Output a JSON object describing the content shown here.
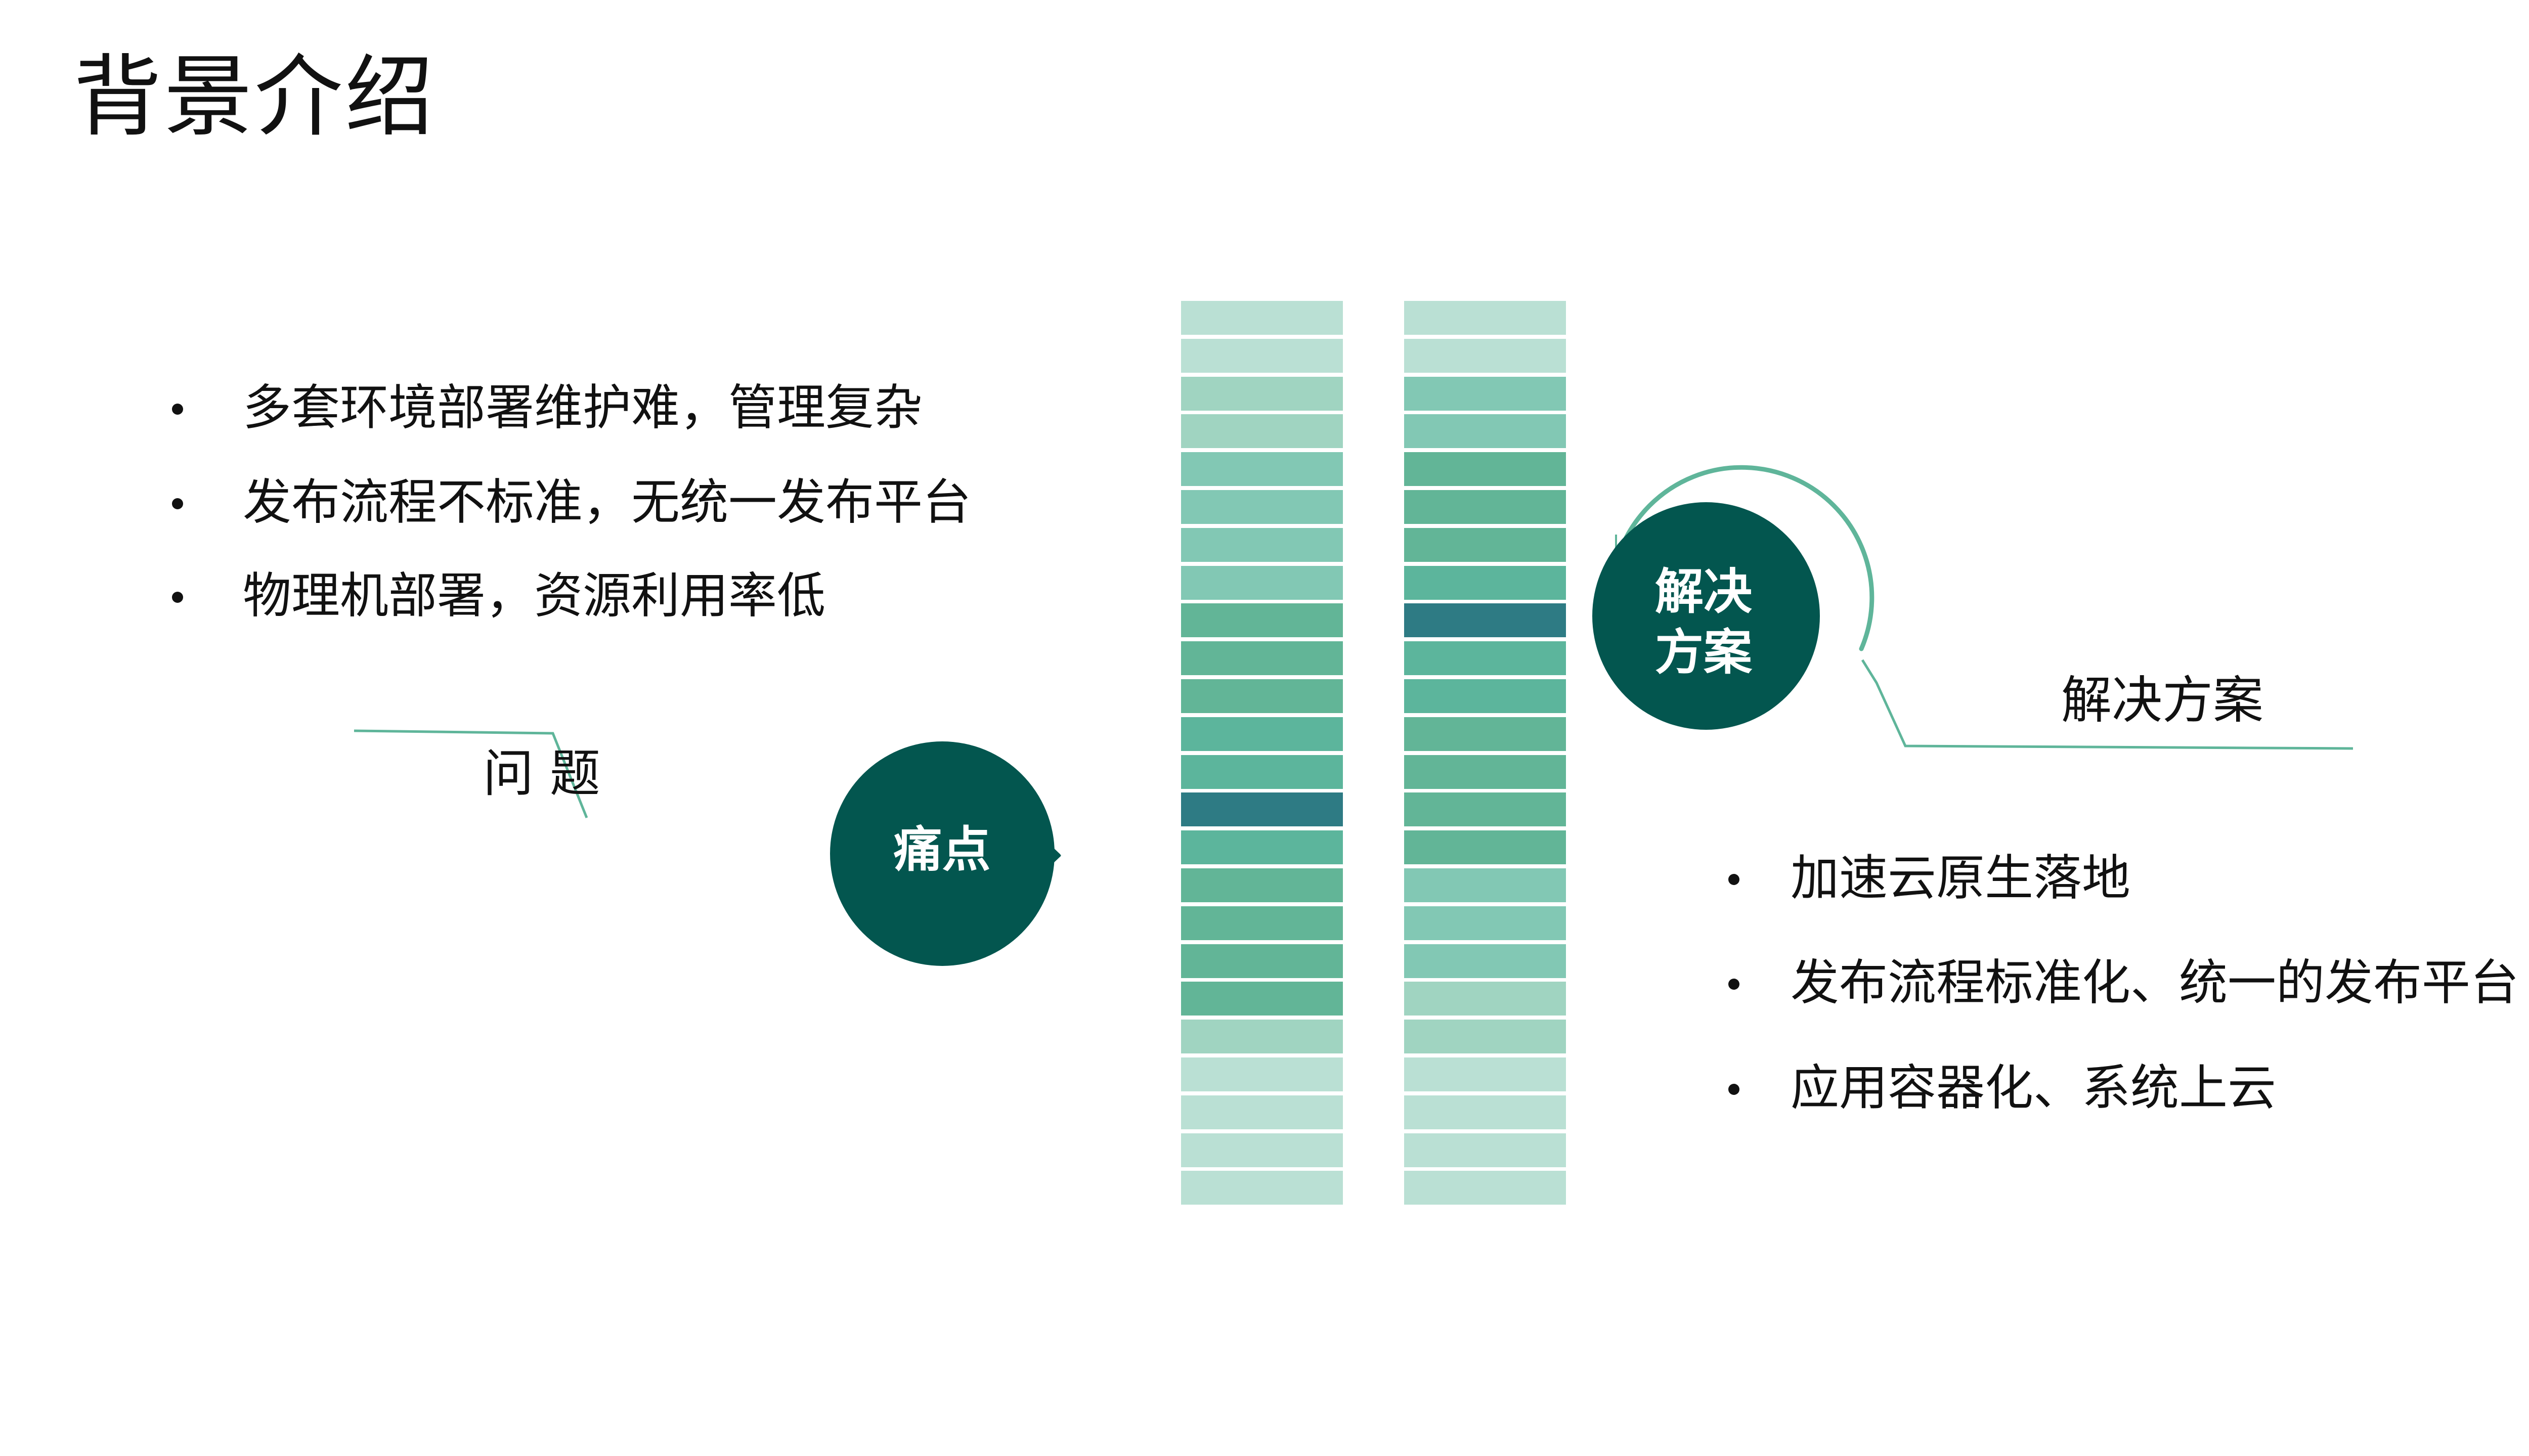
{
  "slide": {
    "title": "背景介绍"
  },
  "problems": {
    "caption": "问 题",
    "circle_label": "痛点",
    "items": [
      {
        "text": "多套环境部署维护难，管理复杂"
      },
      {
        "text": "发布流程不标准，无统一发布平台"
      },
      {
        "text": "物理机部署，资源利用率低"
      }
    ]
  },
  "solutions": {
    "caption": "解决方案",
    "circle_label_line1": "解决",
    "circle_label_line2": "方案",
    "items": [
      {
        "text": "加速云原生落地"
      },
      {
        "text": " 发布流程标准化、统一的发布平台"
      },
      {
        "text": " 应用容器化、系统上云"
      }
    ]
  },
  "colors": {
    "circle_fill": "#03564f",
    "accent_line": "#5fb59a",
    "highlight_cell": "#2e7b84",
    "cell_lightest": "#bae0d4",
    "cell_light": "#a0d4c1",
    "cell_mid": "#82c8b4",
    "cell_green": "#62b597",
    "cell_teal": "#5cb59c"
  },
  "strips": {
    "left": [
      "#bae0d4",
      "#bae0d4",
      "#a0d4c1",
      "#a0d4c1",
      "#82c8b4",
      "#82c8b4",
      "#82c8b4",
      "#82c8b4",
      "#62b597",
      "#62b597",
      "#62b597",
      "#5cb59c",
      "#5cb59c",
      "#2e7b84",
      "#5cb59c",
      "#62b597",
      "#62b597",
      "#62b597",
      "#62b597",
      "#a0d4c1",
      "#bae0d4",
      "#bae0d4",
      "#bae0d4",
      "#bae0d4"
    ],
    "right": [
      "#bae0d4",
      "#bae0d4",
      "#82c8b4",
      "#82c8b4",
      "#62b597",
      "#62b597",
      "#62b597",
      "#5cb59c",
      "#2e7b84",
      "#5cb59c",
      "#5cb59c",
      "#62b597",
      "#62b597",
      "#62b597",
      "#62b597",
      "#82c8b4",
      "#82c8b4",
      "#82c8b4",
      "#a0d4c1",
      "#a0d4c1",
      "#bae0d4",
      "#bae0d4",
      "#bae0d4",
      "#bae0d4"
    ]
  }
}
